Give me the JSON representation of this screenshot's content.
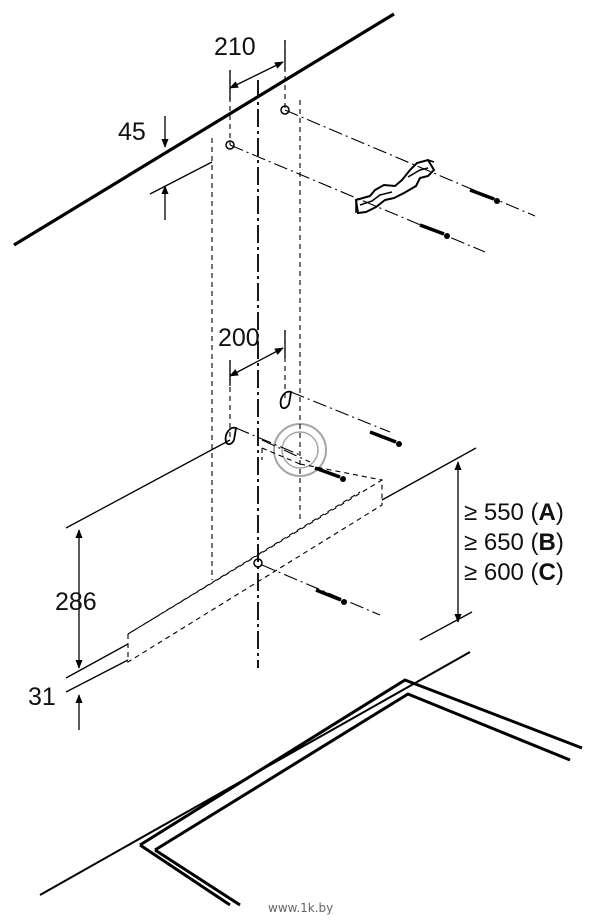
{
  "dimensions": {
    "top_spacing": "210",
    "top_offset": "45",
    "mid_spacing": "200",
    "lower_height": "286",
    "bottom_offset": "31"
  },
  "requirements": [
    {
      "prefix": "≥ 550 (",
      "code": "A",
      "suffix": ")"
    },
    {
      "prefix": "≥ 650 (",
      "code": "B",
      "suffix": ")"
    },
    {
      "prefix": "≥ 600 (",
      "code": "C",
      "suffix": ")"
    }
  ],
  "watermark": "www.1k.by"
}
